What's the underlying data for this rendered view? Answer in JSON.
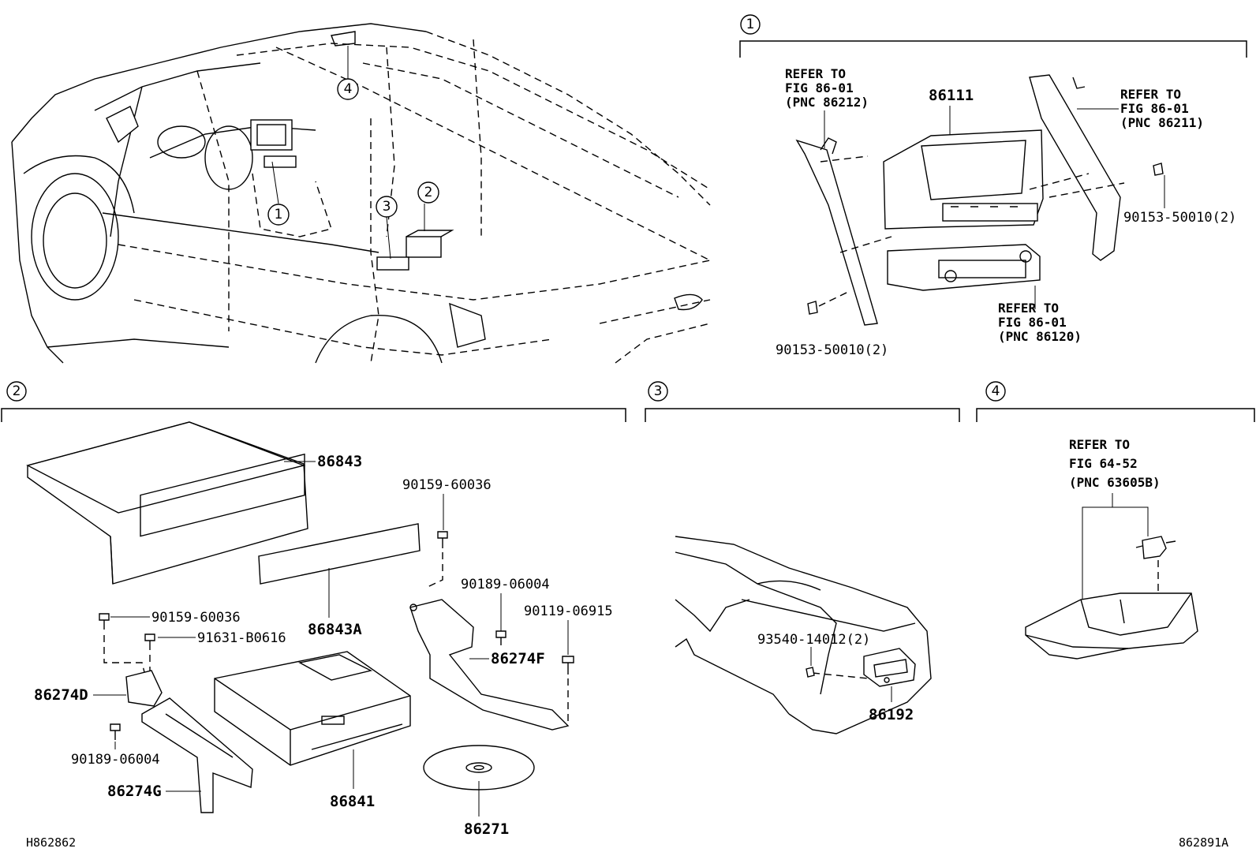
{
  "callouts": {
    "c1": "1",
    "c2": "2",
    "c3": "3",
    "c4": "4"
  },
  "section1": {
    "refer_left": [
      "REFER TO",
      "FIG 86-01",
      "(PNC 86212)"
    ],
    "refer_right": [
      "REFER TO",
      "FIG 86-01",
      "(PNC 86211)"
    ],
    "refer_bottom": [
      "REFER TO",
      "FIG 86-01",
      "(PNC 86120)"
    ],
    "part_display": "86111",
    "bolt_right": "90153-50010(2)",
    "bolt_left": "90153-50010(2)"
  },
  "section2": {
    "part_cover": "86843",
    "part_panel": "86843A",
    "screw_top": "90159-60036",
    "screw_left": "90159-60036",
    "screw_mid": "91631-B0616",
    "bolt_right1": "90189-06004",
    "bolt_right2": "90119-06915",
    "bracket_d": "86274D",
    "bracket_f": "86274F",
    "bracket_g": "86274G",
    "bolt_left_low": "90189-06004",
    "changer": "86841",
    "disc": "86271"
  },
  "section3": {
    "screw": "93540-14012(2)",
    "part": "86192"
  },
  "section4": {
    "refer": [
      "REFER TO",
      "FIG 64-52",
      "(PNC 63605B)"
    ]
  },
  "footer": {
    "left_code": "H862862",
    "right_code": "862891A"
  }
}
